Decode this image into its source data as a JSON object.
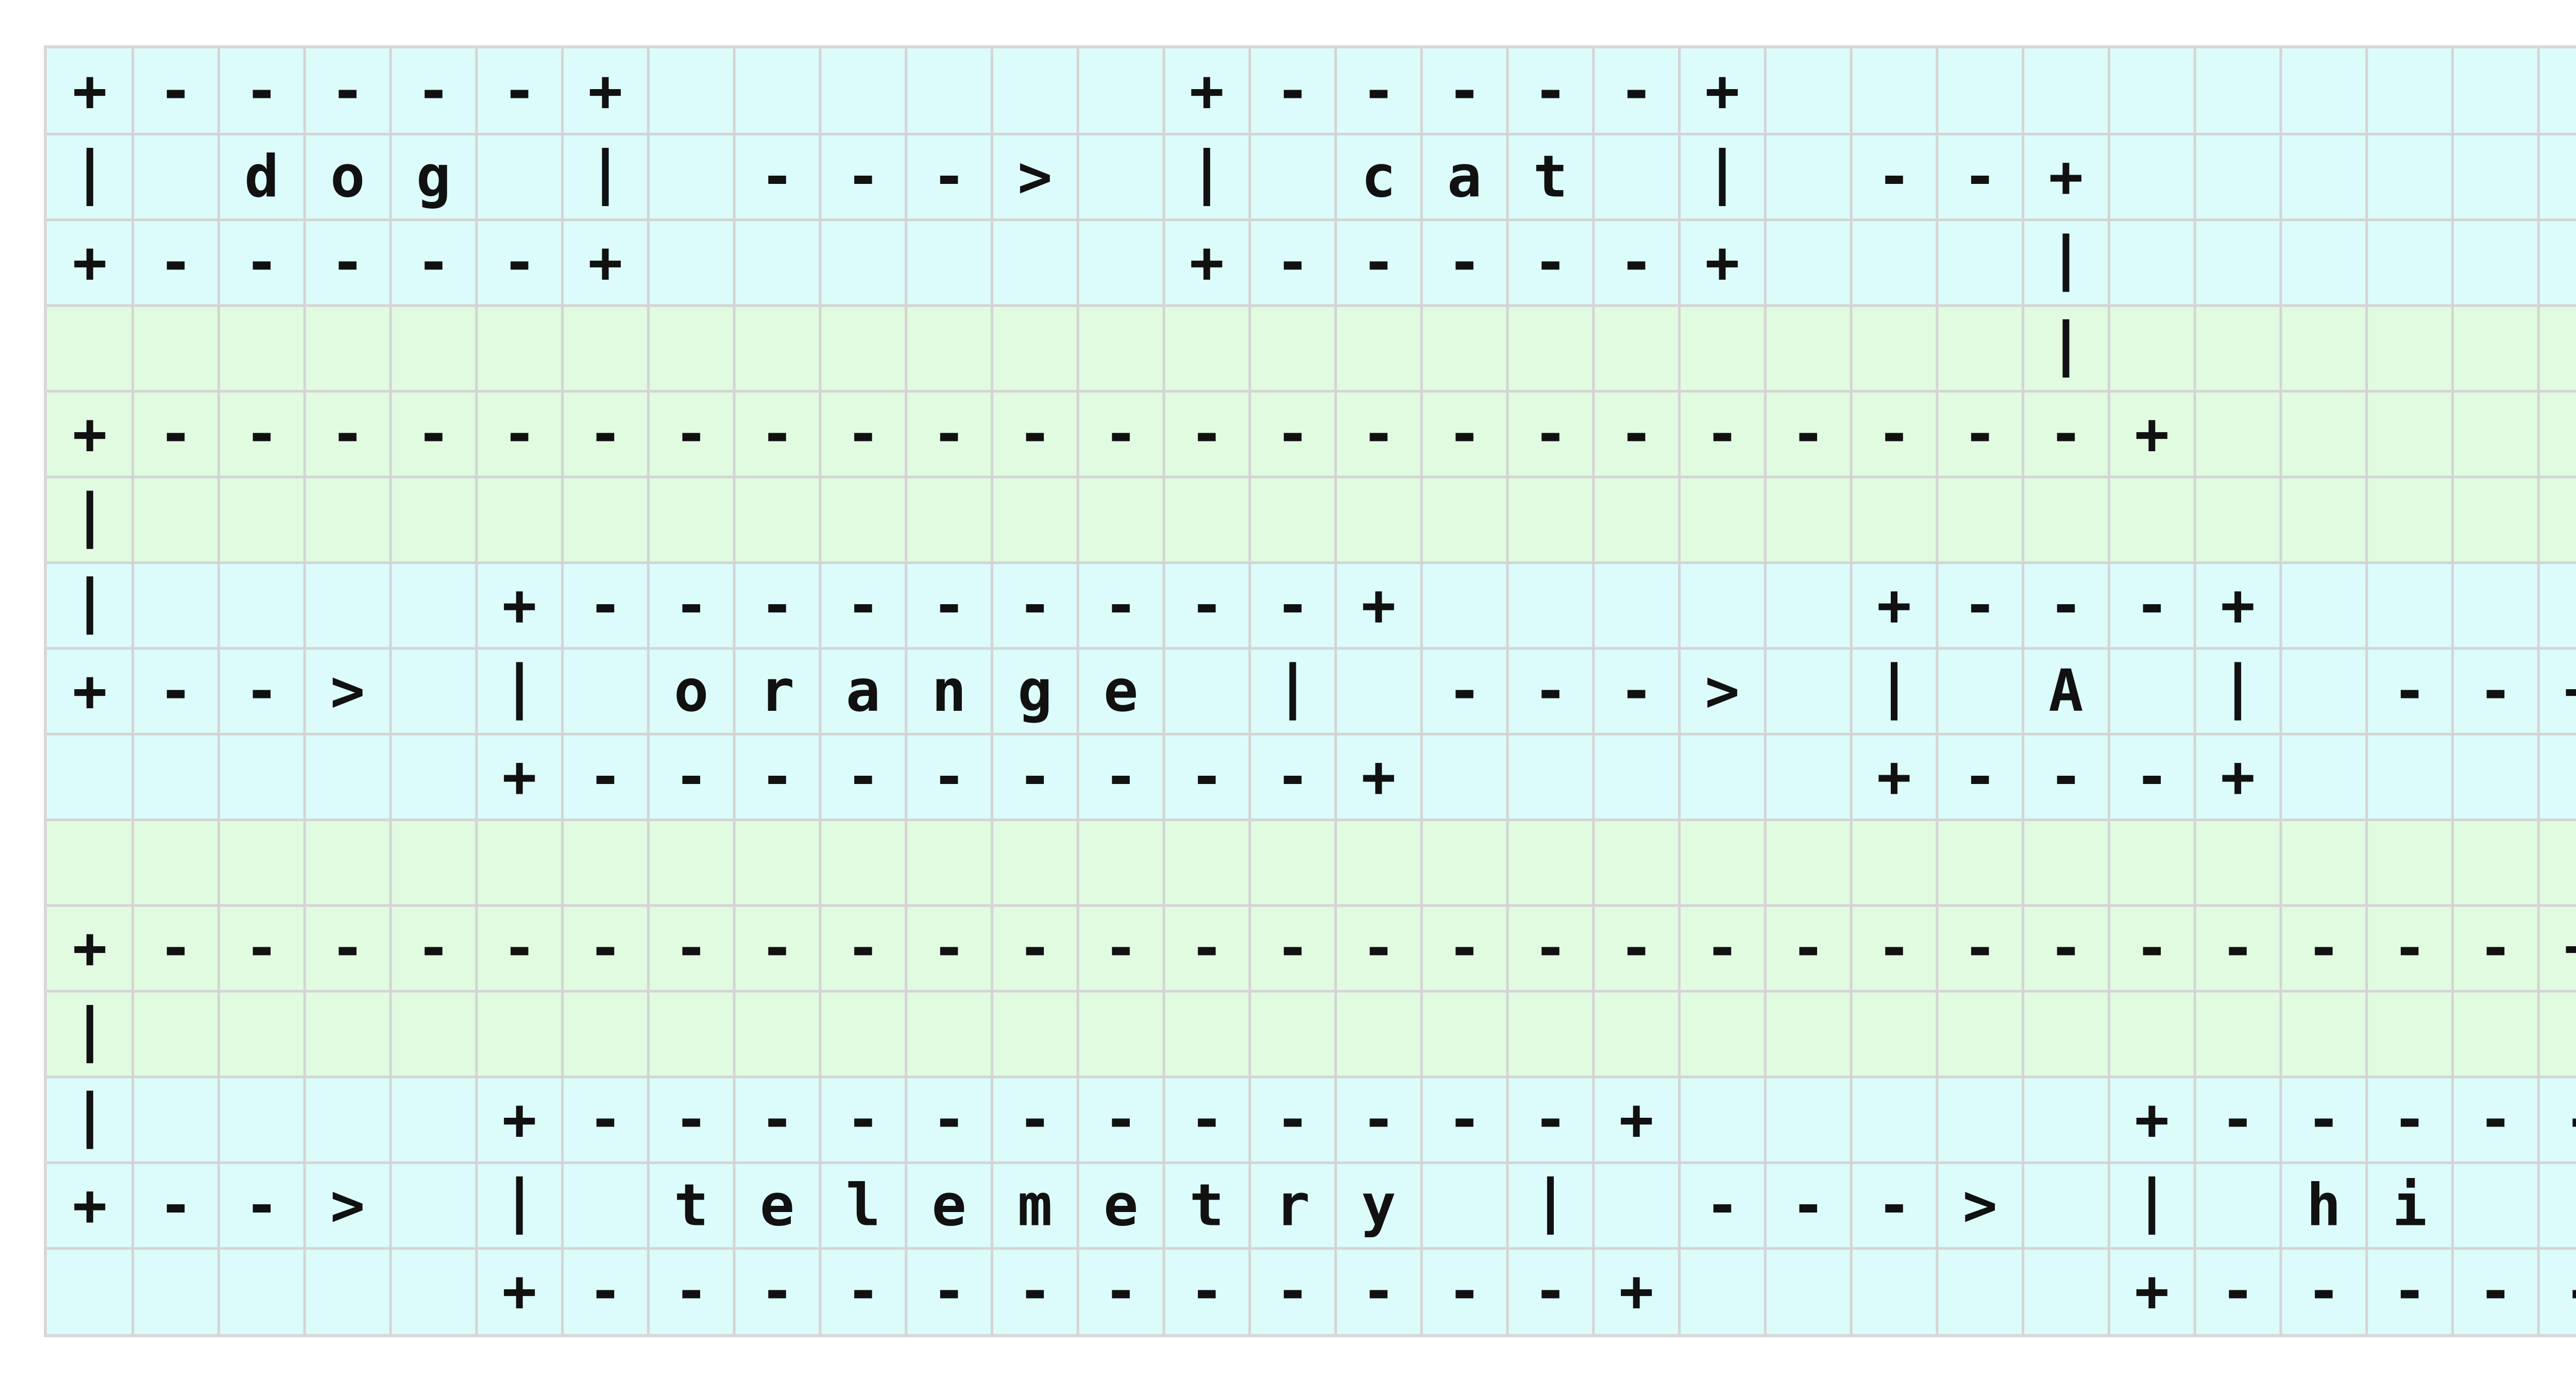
{
  "grid": {
    "columns": 30,
    "colors": {
      "cyan_row": "#dcfbfb",
      "green_row": "#e0fbdf",
      "grid_line": "#d4d4d4",
      "text": "#111111"
    },
    "rows": [
      {
        "bg": "cyan",
        "text": "+-----+      +-----+           "
      },
      {
        "bg": "cyan",
        "text": "|  dog|  --->|  cat|  --+      "
      },
      {
        "bg": "cyan",
        "text": "+-----+      +-----+    |      "
      },
      {
        "bg": "green",
        "text": "                         |      "
      },
      {
        "bg": "green",
        "text": "+-----------------------+      "
      },
      {
        "bg": "green",
        "text": "|                              "
      },
      {
        "bg": "cyan",
        "text": "|    +---------+     +---+     "
      },
      {
        "bg": "cyan",
        "text": "+-->  |  orange |  ---> |  A |  --+"
      },
      {
        "bg": "cyan",
        "text": "     +---------+     +---+    |"
      },
      {
        "bg": "green",
        "text": "                             |"
      },
      {
        "bg": "green",
        "text": "+----------------------------+"
      },
      {
        "bg": "green",
        "text": "|                             "
      },
      {
        "bg": "cyan",
        "text": "|    +------------+      +-----+"
      },
      {
        "bg": "cyan",
        "text": "+-->  |  telemetry |  --->  |  hi |"
      },
      {
        "bg": "cyan",
        "text": "     +------------+      +-----+"
      }
    ]
  }
}
